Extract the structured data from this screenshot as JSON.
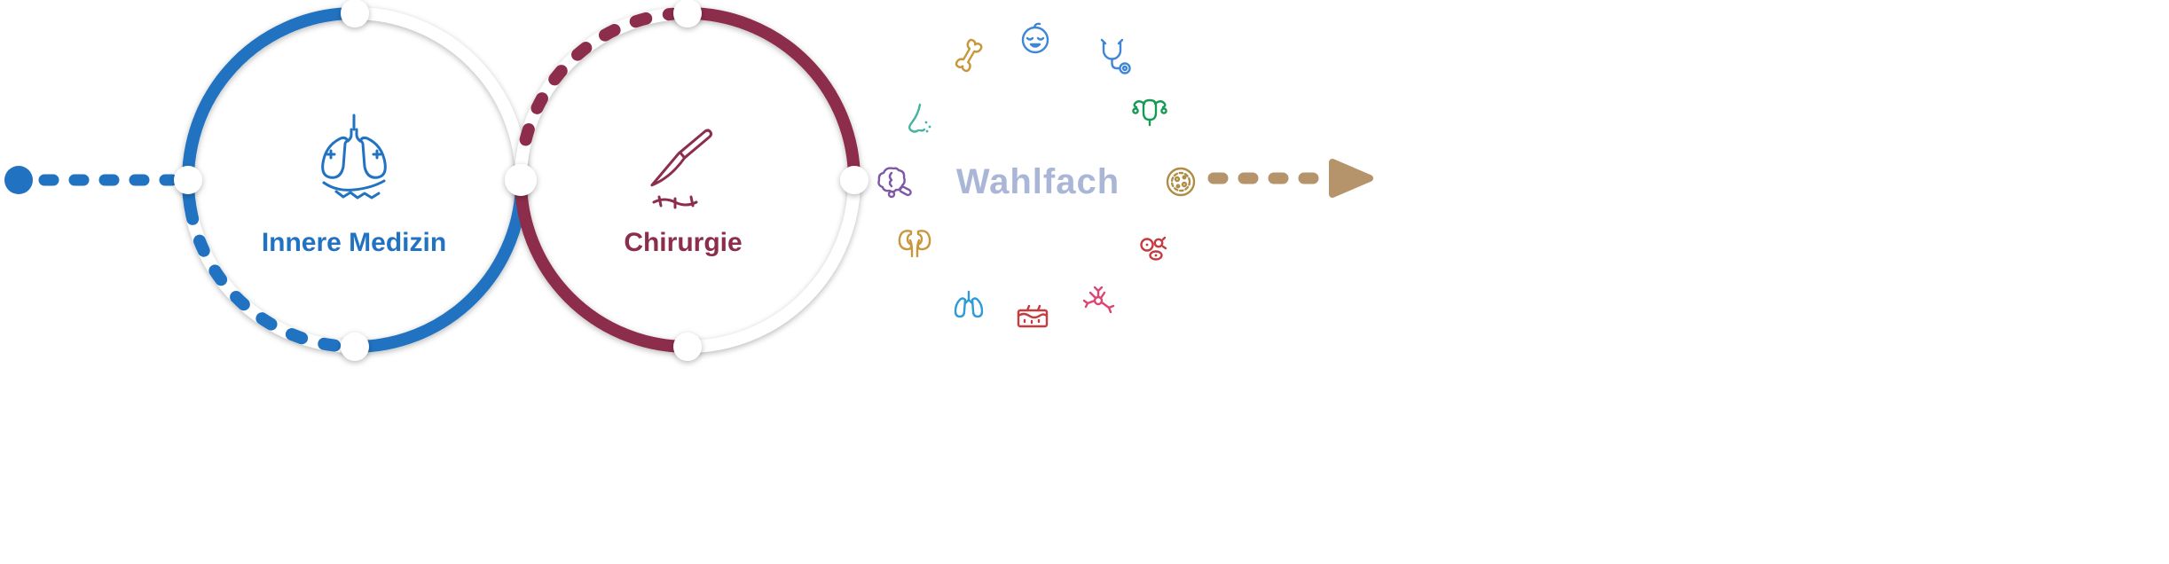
{
  "colors": {
    "blue": "#2173c2",
    "maroon": "#8c2d4b",
    "lavender": "#a9b6d6",
    "tan": "#b5946c",
    "gold": "#c9963c",
    "skyblue": "#3f87d6",
    "teal": "#45b3a2",
    "green": "#169a53",
    "purple": "#7d58a5",
    "olive": "#b08d45",
    "red": "#c63b3f",
    "pink": "#dd4570",
    "lightblue": "#2f9ad8"
  },
  "stages": [
    {
      "id": "innere-medizin",
      "label": "Innere Medizin",
      "color": "blue",
      "icon": "internal-organs-icon"
    },
    {
      "id": "chirurgie",
      "label": "Chirurgie",
      "color": "maroon",
      "icon": "scalpel-icon"
    },
    {
      "id": "wahlfach",
      "label": "Wahlfach",
      "color": "lavender",
      "specialty_icons": [
        {
          "name": "joint-icon",
          "color": "gold"
        },
        {
          "name": "baby-icon",
          "color": "skyblue"
        },
        {
          "name": "stethoscope-icon",
          "color": "skyblue"
        },
        {
          "name": "nose-icon",
          "color": "teal"
        },
        {
          "name": "uterus-icon",
          "color": "green"
        },
        {
          "name": "brain-pills-icon",
          "color": "purple"
        },
        {
          "name": "cell-dish-icon",
          "color": "olive"
        },
        {
          "name": "kidneys-icon",
          "color": "gold"
        },
        {
          "name": "microbes-icon",
          "color": "red"
        },
        {
          "name": "lungs-icon",
          "color": "lightblue"
        },
        {
          "name": "skin-icon",
          "color": "red"
        },
        {
          "name": "neuron-icon",
          "color": "pink"
        }
      ]
    }
  ]
}
